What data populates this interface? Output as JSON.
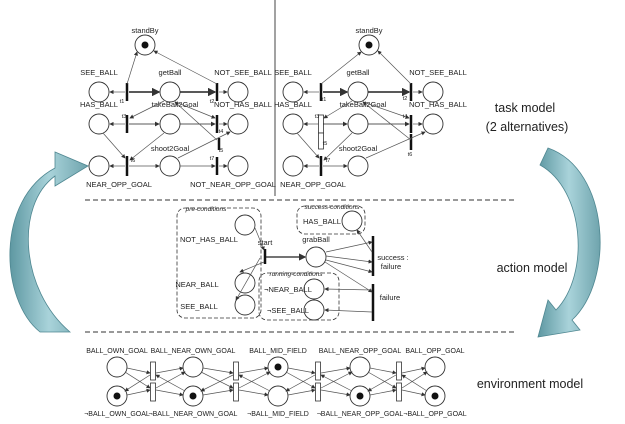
{
  "task_model": {
    "label_line1": "task model",
    "label_line2": "(2 alternatives)",
    "left_net": {
      "places": [
        "standBy",
        "SEE_BALL",
        "getBall",
        "NOT_SEE_BALL",
        "HAS_BALL",
        "takeBall2Goal",
        "NOT_HAS_BALL",
        "NEAR_OPP_GOAL",
        "shoot2Goal",
        "NOT_NEAR_OPP_GOAL"
      ],
      "transitions": [
        "t1",
        "t2",
        "t3",
        "t4",
        "t5",
        "t6",
        "t7"
      ]
    },
    "right_net": {
      "places": [
        "standBy",
        "SEE_BALL",
        "getBall",
        "NOT_SEE_BALL",
        "HAS_BALL",
        "takeBall2Goal",
        "NOT_HAS_BALL",
        "NEAR_OPP_GOAL",
        "shoot2Goal"
      ],
      "transitions": [
        "t1",
        "t2",
        "t3",
        "t4",
        "t5",
        "t6",
        "t7"
      ]
    },
    "marked_places": [
      "standBy"
    ]
  },
  "action_model": {
    "label": "action model",
    "pre_conditions": {
      "title": "pre-conditions",
      "places": [
        "NOT_HAS_BALL",
        "NEAR_BALL",
        "SEE_BALL"
      ],
      "color": "#2e8b2e"
    },
    "success_conditions": {
      "title": "success-conditions",
      "places": [
        "HAS_BALL"
      ],
      "color": "#2233cc"
    },
    "running_conditions": {
      "title": "running-conditions",
      "places": [
        "¬NEAR_BALL",
        "¬SEE_BALL"
      ],
      "color": "#e02020"
    },
    "start": "start",
    "action_place": "grabBall",
    "success_transition": "success :",
    "success_transition_2": "failure",
    "failure_transition": "failure"
  },
  "environment_model": {
    "label": "environment model",
    "top_places": [
      "BALL_OWN_GOAL",
      "BALL_NEAR_OWN_GOAL",
      "BALL_MID_FIELD",
      "BALL_NEAR_OPP_GOAL",
      "BALL_OPP_GOAL"
    ],
    "bottom_places": [
      "¬BALL_OWN_GOAL",
      "¬BALL_NEAR_OWN_GOAL",
      "¬BALL_MID_FIELD",
      "¬BALL_NEAR_OPP_GOAL",
      "¬BALL_OPP_GOAL"
    ],
    "top_marked": [
      false,
      false,
      true,
      false,
      false
    ],
    "bottom_marked": [
      true,
      true,
      false,
      true,
      true
    ]
  },
  "colors": {
    "arrow": "#8fbcc4",
    "arrow_dark": "#4f8791"
  }
}
